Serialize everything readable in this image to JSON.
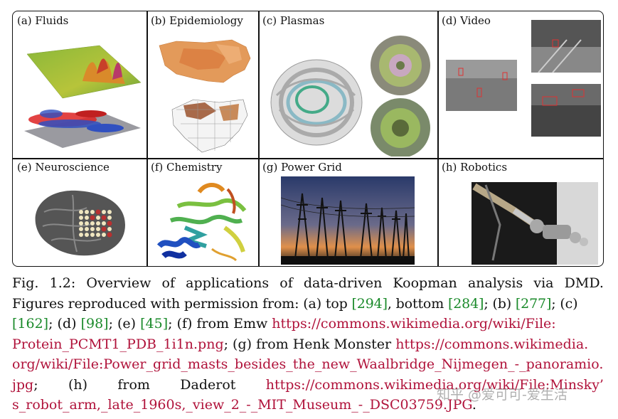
{
  "panels": {
    "a": "(a) Fluids",
    "b": "(b) Epidemiology",
    "c": "(c) Plasmas",
    "d": "(d) Video",
    "e": "(e) Neuroscience",
    "f": "(f) Chemistry",
    "g": "(g) Power Grid",
    "h": "(h) Robotics"
  },
  "caption": {
    "l1": [
      "Fig.",
      "1.2:",
      "Overview",
      "of",
      "applications",
      "of",
      "data-driven",
      "Koopman",
      "analysis",
      "via",
      "DMD."
    ],
    "l2a": "Figures reproduced with permission from: (a) top ",
    "c294": "[294]",
    "l2b": ", bottom ",
    "c284": "[284]",
    "l2c": "; (b) ",
    "c277": "[277]",
    "l2d": "; (c)",
    "c162": "[162]",
    "l3a": "; (d) ",
    "c98": "[98]",
    "l3b": "; (e) ",
    "c45": "[45]",
    "l3c": "; (f) from Emw ",
    "u1a": "https://commons.wikimedia.org/wiki/File:",
    "u1b": "Protein_PCMT1_PDB_1i1n.png",
    "l4a": "; (g) from Henk Monster ",
    "u2a": "https://commons.wikimedia.",
    "u2b": "org/wiki/File:Power_grid_masts_besides_the_new_Waalbridge_Nijmegen_-_panoramio.",
    "u2c": "jpg",
    "l6a": ";",
    "l6b": "(h)",
    "l6c": "from",
    "l6d": "Daderot",
    "u3a": "https://commons.wikimedia.org/wiki/File:Minsky’",
    "u3b": "s_robot_arm,_late_1960s,_view_2_-_MIT_Museum_-_DSC03759.JPG",
    "l7end": "."
  },
  "watermark": "知乎 @爱可可-爱生活",
  "colors": {
    "citation": "#1a8a2a",
    "url": "#b0123a"
  }
}
